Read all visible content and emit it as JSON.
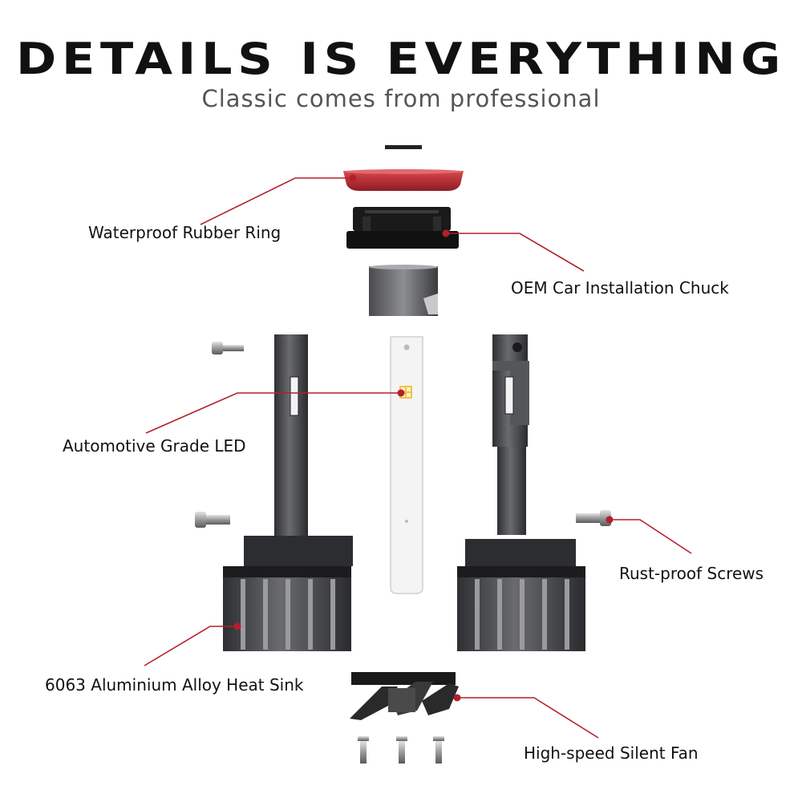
{
  "header": {
    "title": "DETAILS IS EVERYTHING",
    "subtitle": "Classic comes from professional"
  },
  "callouts": [
    {
      "id": "rubber-ring",
      "text": "Waterproof Rubber Ring"
    },
    {
      "id": "chuck",
      "text": "OEM Car Installation Chuck"
    },
    {
      "id": "led",
      "text": "Automotive Grade LED"
    },
    {
      "id": "screws",
      "text": "Rust-proof Screws"
    },
    {
      "id": "heat-sink",
      "text": "6063 Aluminium Alloy Heat Sink"
    },
    {
      "id": "fan",
      "text": "High-speed Silent Fan"
    }
  ],
  "colors": {
    "callout_line": "#b3202a",
    "rubber": "#b0282e",
    "metal_dark": "#3c3d40",
    "metal_mid": "#6e6f72",
    "chuck": "#151515",
    "pcb": "#f2f2f2",
    "led_chip": "#f0c14b"
  }
}
